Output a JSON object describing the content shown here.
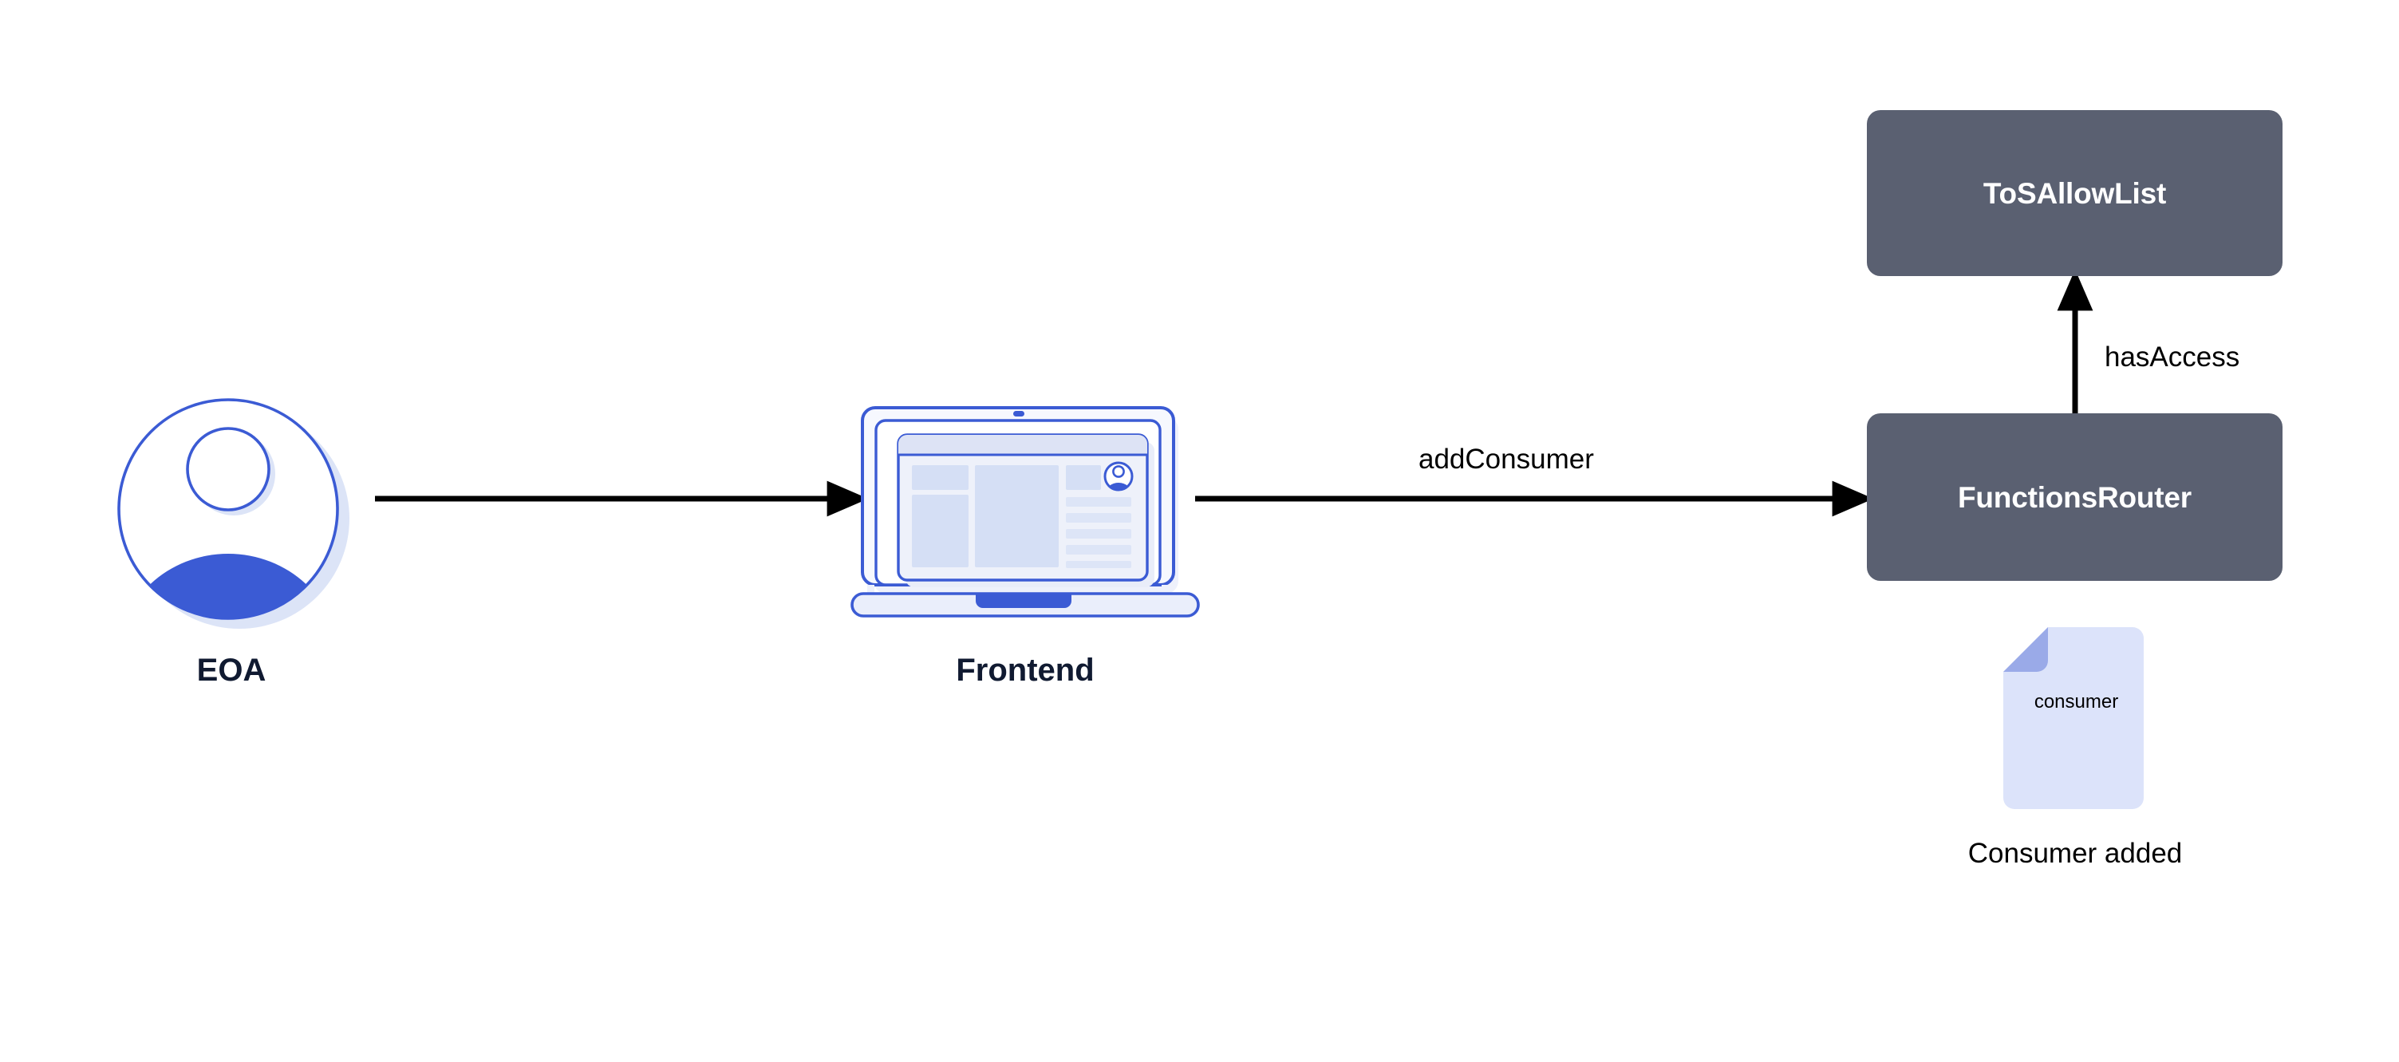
{
  "diagram": {
    "title": "Chainlink Functions consumer registration flow",
    "background_color": "#ffffff",
    "nodes": [
      {
        "id": "eoa",
        "label": "EOA",
        "icon": "user-avatar-icon",
        "type": "actor"
      },
      {
        "id": "frontend",
        "label": "Frontend",
        "icon": "laptop-icon",
        "type": "actor"
      },
      {
        "id": "tos_allowlist",
        "label": "ToSAllowList",
        "type": "contract"
      },
      {
        "id": "functions_router",
        "label": "FunctionsRouter",
        "type": "contract"
      },
      {
        "id": "consumer_doc",
        "label": "consumer",
        "caption": "Consumer added",
        "icon": "document-icon",
        "type": "artifact"
      }
    ],
    "edges": [
      {
        "id": "eoa_to_frontend",
        "from": "eoa",
        "to": "frontend",
        "label": "",
        "direction": "right"
      },
      {
        "id": "frontend_to_router",
        "from": "frontend",
        "to": "functions_router",
        "label": "addConsumer",
        "direction": "right"
      },
      {
        "id": "router_to_tos",
        "from": "functions_router",
        "to": "tos_allowlist",
        "label": "hasAccess",
        "direction": "up"
      }
    ]
  },
  "nodes": {
    "eoa": {
      "label": "EOA",
      "icon_name": "user-avatar-icon"
    },
    "frontend": {
      "label": "Frontend",
      "icon_name": "laptop-icon"
    },
    "tos_allowlist": {
      "label": "ToSAllowList"
    },
    "functions_router": {
      "label": "FunctionsRouter"
    },
    "consumer_doc": {
      "label": "consumer",
      "caption": "Consumer added",
      "icon_name": "document-icon"
    }
  },
  "edges": {
    "eoa_to_frontend": {
      "label": ""
    },
    "frontend_to_router": {
      "label": "addConsumer"
    },
    "router_to_tos": {
      "label": "hasAccess"
    }
  },
  "colors": {
    "box_fill": "#5a6071",
    "box_text": "#ffffff",
    "caption_text": "#101a31",
    "plain_text": "#000000",
    "arrow": "#000000",
    "accent_blue": "#3b5bd4",
    "accent_blue_light": "#dce4f7",
    "document_fill": "#dce3fa",
    "document_fold": "#9aaae8",
    "canvas": "#ffffff"
  }
}
